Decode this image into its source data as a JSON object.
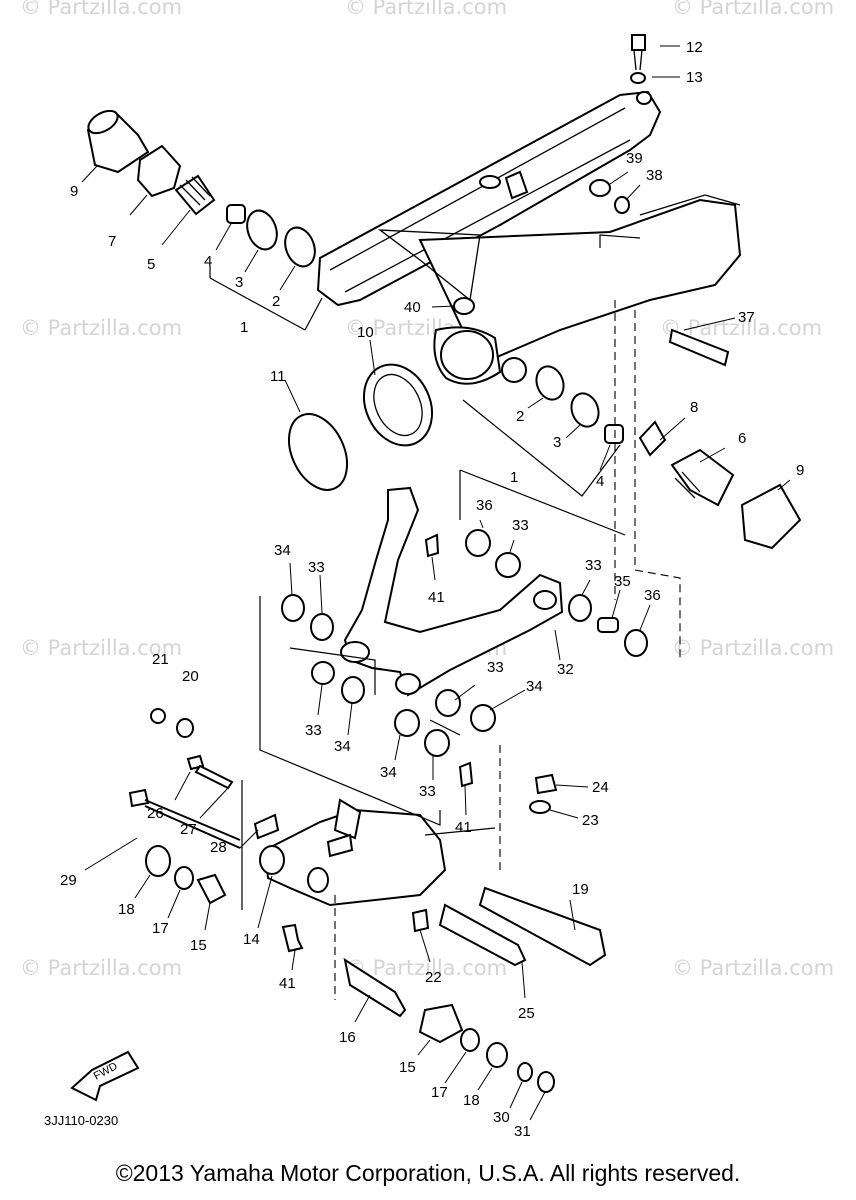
{
  "watermark": "© Partzilla.com",
  "diagram_code": "3JJ110-0230",
  "fwd_label": "FWD",
  "copyright": "©2013 Yamaha Motor Corporation, U.S.A. All rights reserved.",
  "callouts": [
    {
      "id": "12",
      "text": "12"
    },
    {
      "id": "13",
      "text": "13"
    },
    {
      "id": "9a",
      "text": "9"
    },
    {
      "id": "7",
      "text": "7"
    },
    {
      "id": "5",
      "text": "5"
    },
    {
      "id": "4a",
      "text": "4"
    },
    {
      "id": "3a",
      "text": "3"
    },
    {
      "id": "2a",
      "text": "2"
    },
    {
      "id": "1a",
      "text": "1"
    },
    {
      "id": "39",
      "text": "39"
    },
    {
      "id": "38",
      "text": "38"
    },
    {
      "id": "40",
      "text": "40"
    },
    {
      "id": "37",
      "text": "37"
    },
    {
      "id": "10",
      "text": "10"
    },
    {
      "id": "11",
      "text": "11"
    },
    {
      "id": "2b",
      "text": "2"
    },
    {
      "id": "3b",
      "text": "3"
    },
    {
      "id": "4b",
      "text": "4"
    },
    {
      "id": "1b",
      "text": "1"
    },
    {
      "id": "8",
      "text": "8"
    },
    {
      "id": "6",
      "text": "6"
    },
    {
      "id": "9b",
      "text": "9"
    },
    {
      "id": "36a",
      "text": "36"
    },
    {
      "id": "33a",
      "text": "33"
    },
    {
      "id": "41a",
      "text": "41"
    },
    {
      "id": "34a",
      "text": "34"
    },
    {
      "id": "33b",
      "text": "33"
    },
    {
      "id": "33c",
      "text": "33"
    },
    {
      "id": "35",
      "text": "35"
    },
    {
      "id": "36b",
      "text": "36"
    },
    {
      "id": "32",
      "text": "32"
    },
    {
      "id": "21",
      "text": "21"
    },
    {
      "id": "20",
      "text": "20"
    },
    {
      "id": "33d",
      "text": "33"
    },
    {
      "id": "34b",
      "text": "34"
    },
    {
      "id": "33e",
      "text": "33"
    },
    {
      "id": "34c",
      "text": "34"
    },
    {
      "id": "34d",
      "text": "34"
    },
    {
      "id": "33f",
      "text": "33"
    },
    {
      "id": "24",
      "text": "24"
    },
    {
      "id": "23",
      "text": "23"
    },
    {
      "id": "41b",
      "text": "41"
    },
    {
      "id": "26",
      "text": "26"
    },
    {
      "id": "27",
      "text": "27"
    },
    {
      "id": "28",
      "text": "28"
    },
    {
      "id": "29",
      "text": "29"
    },
    {
      "id": "18a",
      "text": "18"
    },
    {
      "id": "17a",
      "text": "17"
    },
    {
      "id": "15a",
      "text": "15"
    },
    {
      "id": "14",
      "text": "14"
    },
    {
      "id": "19",
      "text": "19"
    },
    {
      "id": "41c",
      "text": "41"
    },
    {
      "id": "22",
      "text": "22"
    },
    {
      "id": "25",
      "text": "25"
    },
    {
      "id": "16",
      "text": "16"
    },
    {
      "id": "15b",
      "text": "15"
    },
    {
      "id": "17b",
      "text": "17"
    },
    {
      "id": "18b",
      "text": "18"
    },
    {
      "id": "30",
      "text": "30"
    },
    {
      "id": "31",
      "text": "31"
    }
  ]
}
